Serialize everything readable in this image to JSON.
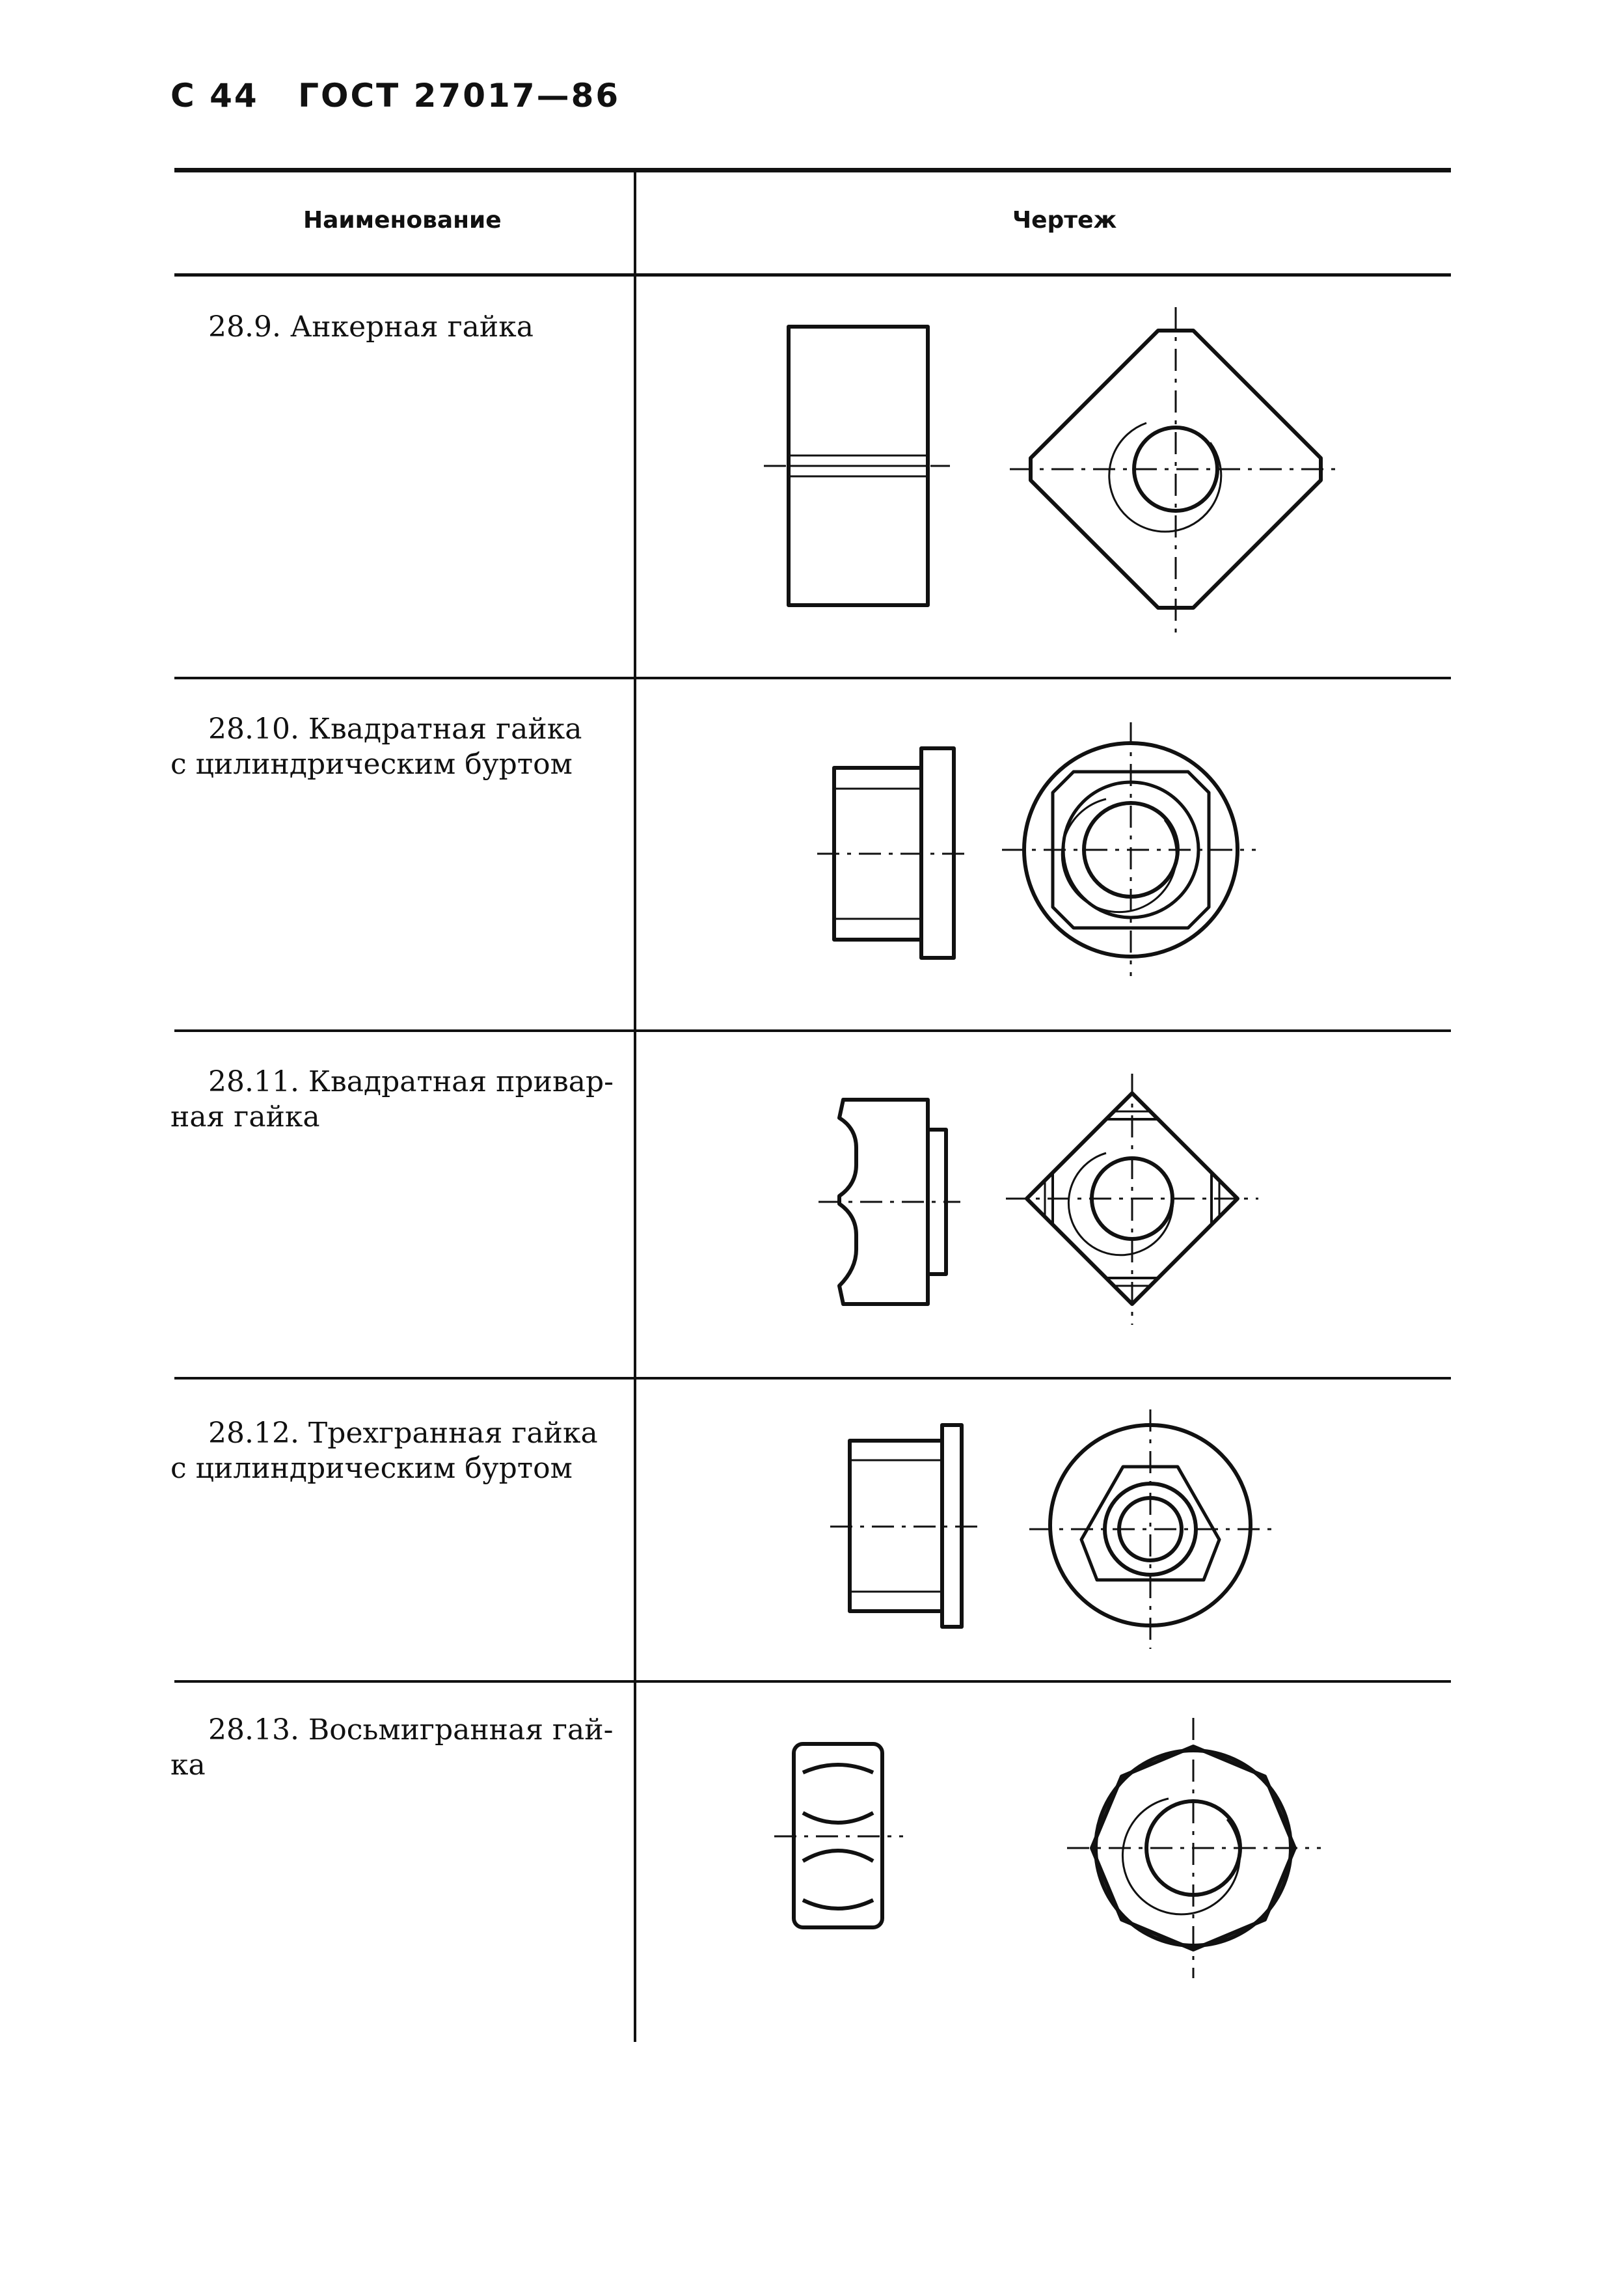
{
  "header": {
    "page": "С 44",
    "standard": "ГОСТ 27017—86"
  },
  "table": {
    "columns": [
      "Наименование",
      "Чертеж"
    ],
    "rows": [
      {
        "title_lines": [
          "28.9. Анкерная гайка"
        ]
      },
      {
        "title_lines": [
          "28.10. Квадратная гайка",
          "с цилиндрическим буртом"
        ]
      },
      {
        "title_lines": [
          "28.11. Квадратная привар-",
          "ная гайка"
        ]
      },
      {
        "title_lines": [
          "28.12. Трехгранная гайка",
          "с цилиндрическим буртом"
        ]
      },
      {
        "title_lines": [
          "28.13. Восьмигранная гай-",
          "ка"
        ]
      }
    ]
  }
}
